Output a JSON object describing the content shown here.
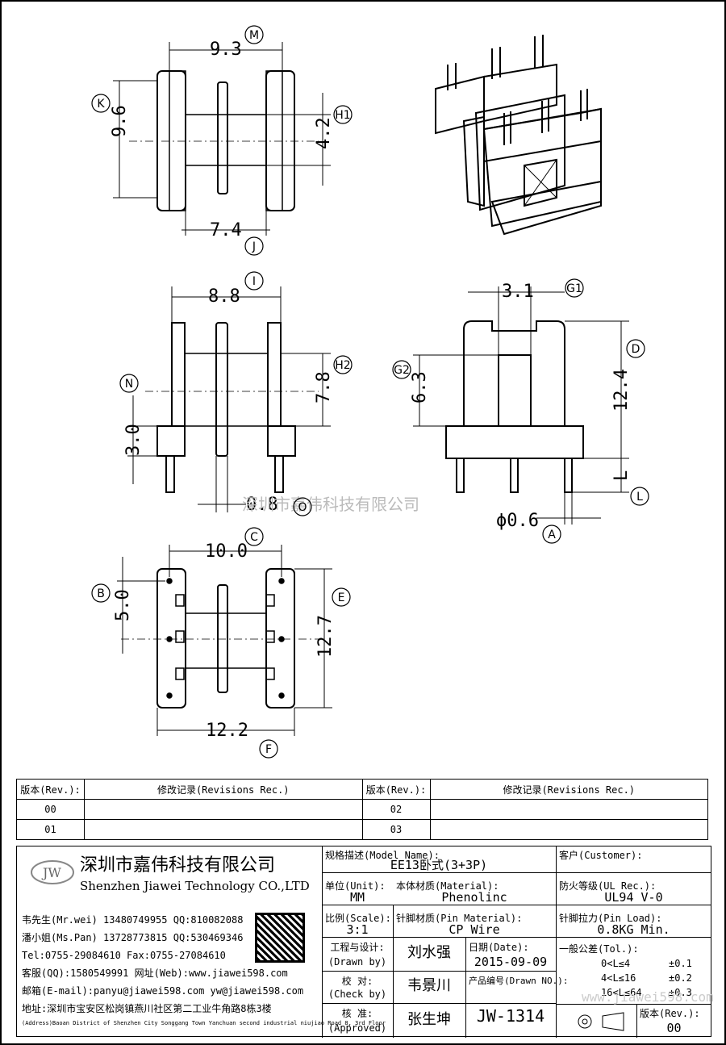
{
  "dims": {
    "top_m": "9.3",
    "top_k": "9.6",
    "top_h1": "4.2",
    "top_j": "7.4",
    "side_i": "8.8",
    "side_h2": "7.8",
    "side_n": "3.0",
    "side_o": "0.8",
    "front_g1": "3.1",
    "front_g2": "6.3",
    "front_d": "12.4",
    "front_l": "L",
    "front_a": "ϕ0.6",
    "bot_c": "10.0",
    "bot_b": "5.0",
    "bot_e": "12.7",
    "bot_f": "12.2"
  },
  "letters": {
    "m": "M",
    "k": "K",
    "h1": "H1",
    "j": "J",
    "i": "I",
    "h2": "H2",
    "n": "N",
    "o": "O",
    "g1": "G1",
    "g2": "G2",
    "d": "D",
    "l": "L",
    "a": "A",
    "c": "C",
    "b": "B",
    "e": "E",
    "f": "F"
  },
  "watermark": "深圳市嘉伟科技有限公司",
  "revisions": {
    "rev_header": "版本(Rev.):",
    "rec_header": "修改记录(Revisions Rec.)",
    "rows": [
      [
        "00",
        "02"
      ],
      [
        "01",
        "03"
      ]
    ]
  },
  "company": {
    "name_cn": "深圳市嘉伟科技有限公司",
    "name_en": "Shenzhen Jiawei Technology CO.,LTD",
    "logo": "JW",
    "contacts": [
      "韦先生(Mr.wei) 13480749955 QQ:810082088",
      "潘小姐(Ms.Pan) 13728773815 QQ:530469346",
      "Tel:0755-29084610      Fax:0755-27084610",
      "客服(QQ):1580549991   网址(Web):www.jiawei598.com",
      "邮箱(E-mail):panyu@jiawei598.com  yw@jiawei598.com",
      "地址:深圳市宝安区松岗镇燕川社区第二工业牛角路8栋3楼",
      "(Address)Baoan District of Shenzhen City Songgang Town Yanchuan  second industrial niujiao Road 8, 3rd Floor"
    ]
  },
  "titleblock": {
    "model_label": "规格描述(Model Name):",
    "model_value": "EE13卧式(3+3P)",
    "customer_label": "客户(Customer):",
    "unit_label": "单位(Unit):",
    "unit_value": "MM",
    "material_label": "本体材质(Material):",
    "material_value": "Phenolinc",
    "ul_label": "防火等级(UL Rec.):",
    "ul_value": "UL94 V-0",
    "scale_label": "比例(Scale):",
    "scale_value": "3:1",
    "pin_label": "针脚材质(Pin Material):",
    "pin_value": "CP Wire",
    "load_label": "针脚拉力(Pin Load):",
    "load_value": "0.8KG Min.",
    "drawn_label": "工程与设计:",
    "drawn_label2": "(Drawn by)",
    "drawn_value": "刘水强",
    "date_label": "日期(Date):",
    "date_value": "2015-09-09",
    "check_label": "校  对:",
    "check_label2": "(Check by)",
    "check_value": "韦景川",
    "drawno_label": "产品编号(Drawn NO.):",
    "drawno_value": "JW-1314",
    "approved_label": "核  准:",
    "approved_label2": "(Approved)",
    "approved_value": "张生坤",
    "tol_label": "一般公差(Tol.):",
    "tol_rows": [
      [
        "0<L≤4",
        "±0.1"
      ],
      [
        "4<L≤16",
        "±0.2"
      ],
      [
        "16<L≤64",
        "±0.3"
      ]
    ],
    "rev_label": "版本(Rev.):",
    "rev_value": "00",
    "url_wm": "www.jiawei598.com"
  }
}
